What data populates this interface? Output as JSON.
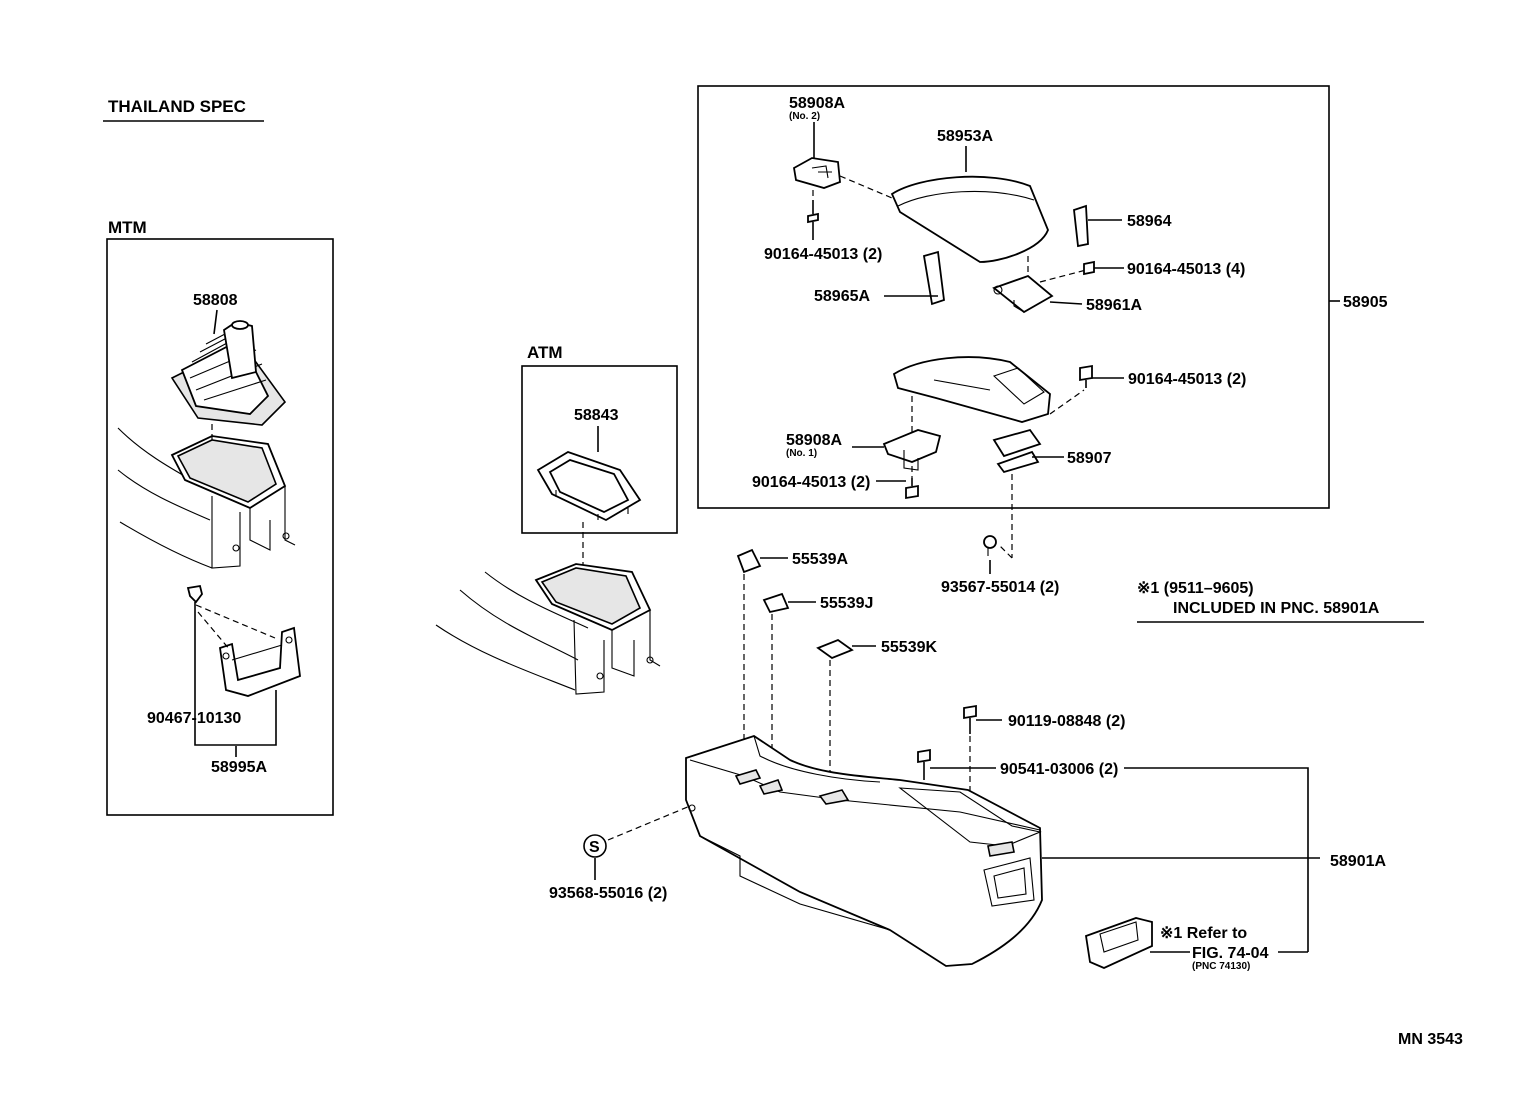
{
  "header": {
    "region": "THAILAND SPEC",
    "mtm": "MTM",
    "atm": "ATM",
    "figure_id": "MN 3543"
  },
  "note": {
    "line1": "※1 (9511–9605)",
    "line2": "INCLUDED IN PNC. 58901A"
  },
  "refer": {
    "line1": "※1 Refer to",
    "line2": "FIG. 74-04",
    "line3": "(PNC 74130)"
  },
  "parts": {
    "p58808": "58808",
    "p90467": "90467-10130",
    "p58995A": "58995A",
    "p58843": "58843",
    "p58908A2": "58908A",
    "p58908A2_sub": "(No. 2)",
    "p58953A": "58953A",
    "p58964": "58964",
    "p90164_2a": "90164-45013 (2)",
    "p90164_4": "90164-45013 (4)",
    "p58965A": "58965A",
    "p58961A": "58961A",
    "p58905": "58905",
    "p90164_2b": "90164-45013 (2)",
    "p58908A1": "58908A",
    "p58908A1_sub": "(No. 1)",
    "p58907": "58907",
    "p90164_2c": "90164-45013 (2)",
    "p93567": "93567-55014 (2)",
    "p55539A": "55539A",
    "p55539J": "55539J",
    "p55539K": "55539K",
    "p90119": "90119-08848 (2)",
    "p90541": "90541-03006 (2)",
    "p58901A": "58901A",
    "p93568": "93568-55016 (2)",
    "s_mark": "S"
  }
}
